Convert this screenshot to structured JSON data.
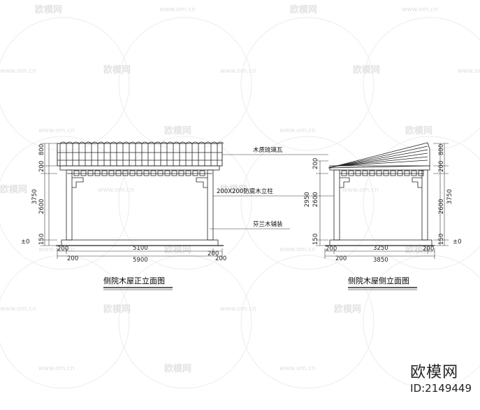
{
  "watermark": {
    "brand": "欧模网",
    "site": "www.om.cn"
  },
  "brand": {
    "logo": "欧模网",
    "id": "ID:2149449"
  },
  "front": {
    "caption": "侧院木屋正立面图",
    "dims_left": [
      "800",
      "200",
      "3750",
      "2600",
      "150",
      "±0"
    ],
    "dims_bottom_top": [
      "200",
      "5100",
      "200"
    ],
    "dims_bottom": [
      "200",
      "5900",
      "200"
    ]
  },
  "side": {
    "caption": "侧院木屋侧立面图",
    "dims_left": [
      "200",
      "2950",
      "2600",
      "150"
    ],
    "dims_right": [
      "800",
      "200",
      "3750",
      "2600",
      "150",
      "±0"
    ],
    "dims_bottom_top": [
      "200",
      "3250",
      "200"
    ],
    "dims_bottom": [
      "200",
      "3850"
    ]
  },
  "notes": {
    "roof": "木质琉璃瓦",
    "post": "200X200防腐木立柱",
    "floor": "芬兰木铺装"
  }
}
